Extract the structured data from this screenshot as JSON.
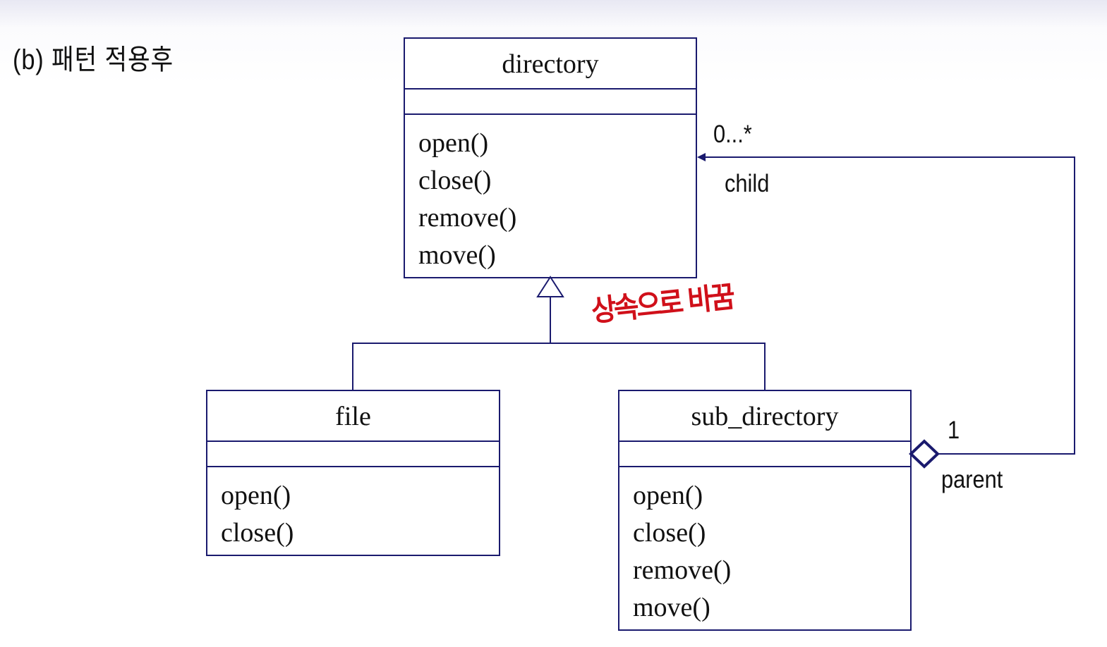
{
  "caption": "(b) 패턴 적용후",
  "classes": {
    "directory": {
      "name": "directory",
      "operations": [
        "open()",
        "close()",
        "remove()",
        "move()"
      ]
    },
    "file": {
      "name": "file",
      "operations": [
        "open()",
        "close()"
      ]
    },
    "sub_directory": {
      "name": "sub_directory",
      "operations": [
        "open()",
        "close()",
        "remove()",
        "move()"
      ]
    }
  },
  "association": {
    "child_multiplicity": "0...*",
    "child_role": "child",
    "parent_multiplicity": "1",
    "parent_role": "parent"
  },
  "annotation": "상속으로 바꿈",
  "colors": {
    "line": "#1a1a6e",
    "annotation": "#d0101a"
  }
}
